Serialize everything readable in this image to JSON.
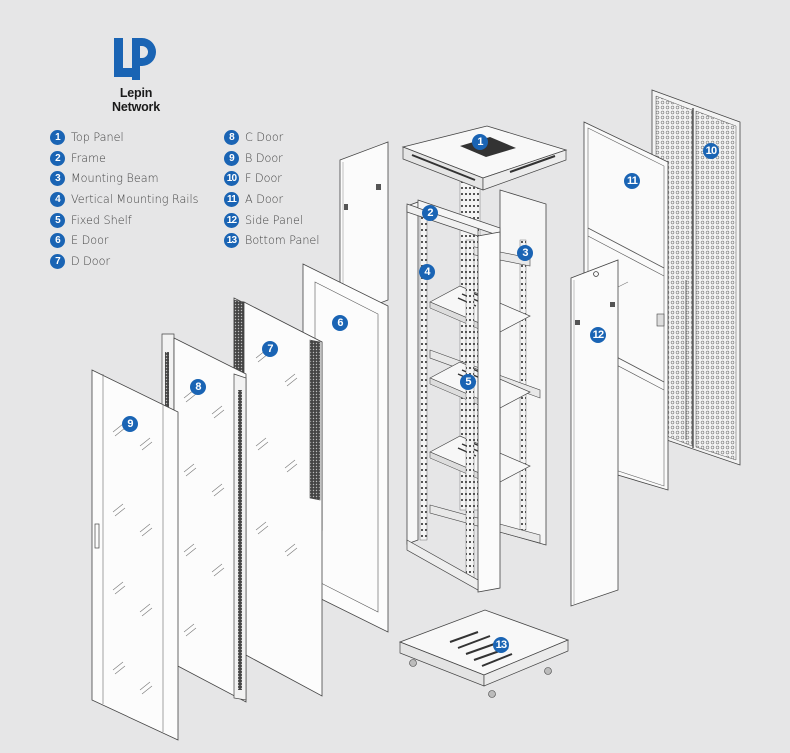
{
  "brand": {
    "name": "Lepin Network",
    "logo_mark": "LP",
    "accent_color": "#1a64b4"
  },
  "legend": {
    "column1": [
      {
        "num": "1",
        "label": "Top Panel"
      },
      {
        "num": "2",
        "label": "Frame"
      },
      {
        "num": "3",
        "label": "Mounting Beam"
      },
      {
        "num": "4",
        "label": "Vertical Mounting Rails"
      },
      {
        "num": "5",
        "label": "Fixed Shelf"
      },
      {
        "num": "6",
        "label": "E Door"
      },
      {
        "num": "7",
        "label": "D Door"
      }
    ],
    "column2": [
      {
        "num": "8",
        "label": "C Door"
      },
      {
        "num": "9",
        "label": "B Door"
      },
      {
        "num": "10",
        "label": "F Door"
      },
      {
        "num": "11",
        "label": "A Door"
      },
      {
        "num": "12",
        "label": "Side Panel"
      },
      {
        "num": "13",
        "label": "Bottom Panel"
      }
    ]
  },
  "callouts": {
    "top_panel": "1",
    "frame": "2",
    "mounting_beam": "3",
    "vertical_rails": "4",
    "fixed_shelf": "5",
    "e_door": "6",
    "d_door": "7",
    "c_door": "8",
    "b_door": "9",
    "f_door": "10",
    "a_door": "11",
    "side_panel": "12",
    "bottom_panel": "13"
  }
}
